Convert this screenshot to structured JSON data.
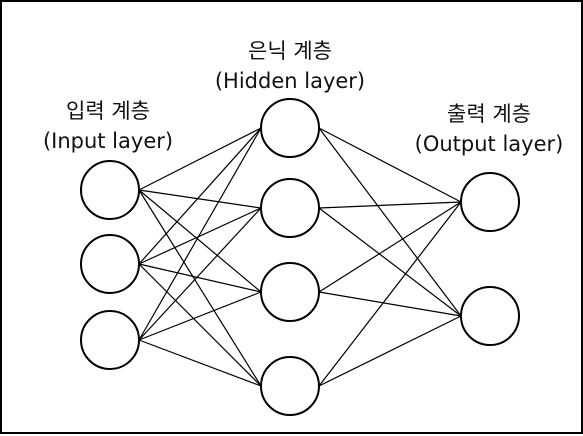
{
  "layers": {
    "input": {
      "name_ko": "입력 계층",
      "name_en": "(Input layer)",
      "node_count": 3
    },
    "hidden": {
      "name_ko": "은닉 계층",
      "name_en": "(Hidden layer)",
      "node_count": 4
    },
    "output": {
      "name_ko": "출력 계층",
      "name_en": "(Output layer)",
      "node_count": 2
    }
  },
  "connectivity": "fully-connected",
  "colors": {
    "stroke": "#000000",
    "node_fill": "#ffffff",
    "text": "#111111",
    "background": "#ffffff"
  }
}
